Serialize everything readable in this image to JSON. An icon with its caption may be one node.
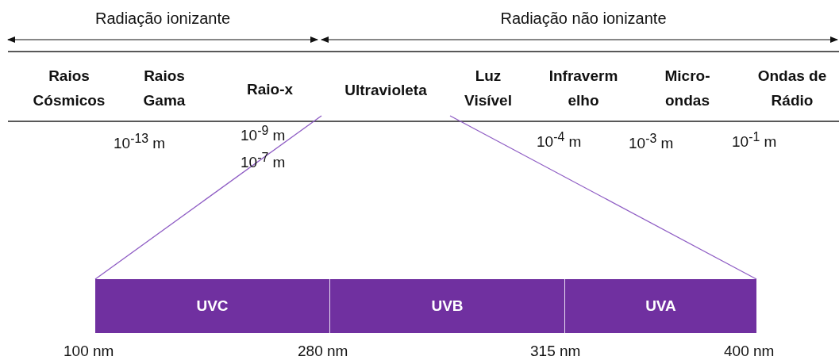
{
  "diagram": {
    "nodes": [
      {
        "text": [
          "Ultravioleta"
        ]
      },
      {
        "text": [
          "UVC"
        ]
      },
      {
        "text": [
          "UVB"
        ]
      },
      {
        "text": [
          "UVA"
        ]
      }
    ],
    "edges": [
      {
        "from": 0,
        "to": 1,
        "arrow": "none"
      },
      {
        "from": 0,
        "to": 3,
        "arrow": "none"
      }
    ],
    "labels": [
      "Radiação ionizante",
      "Radiação não ionizante",
      "Raios Cósmicos",
      "Raios Gama",
      "Raio-x",
      "Luz Visível",
      "Infraverm elho",
      "Micro- ondas",
      "Ondas de Rádio",
      "10$^{-13}$ m",
      "10$^{-9}$ m",
      "10$^{-4}$ m",
      "10$^{-3}$ m",
      "10$^{-1}$ m",
      "10$^{-7}$ m",
      "100 nm",
      "280 nm",
      "315 nm",
      "400 nm"
    ]
  }
}
